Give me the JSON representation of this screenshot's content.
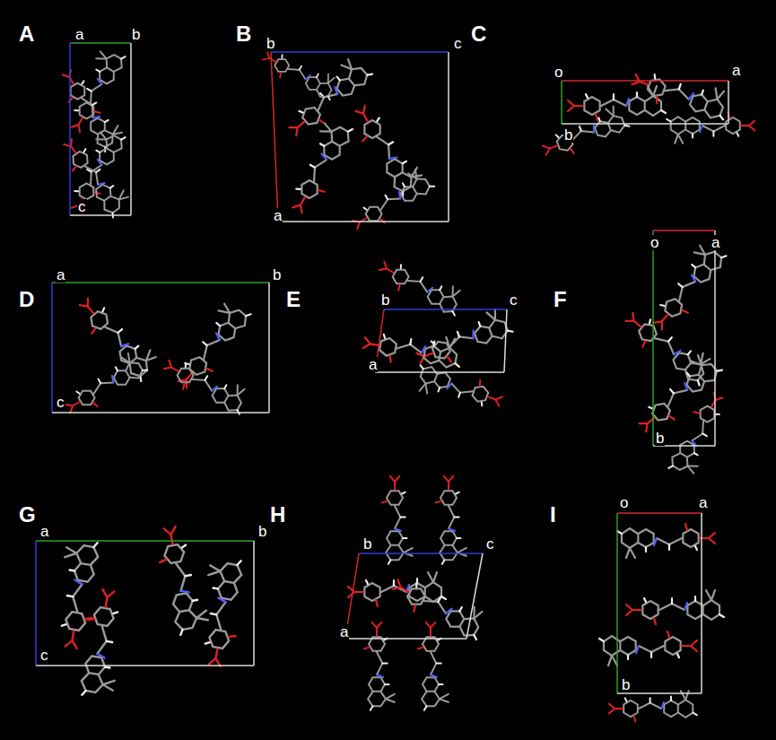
{
  "diagram": {
    "labels": [
      "A",
      "a",
      "b",
      "c",
      "B",
      "b",
      "c",
      "a",
      "C",
      "o",
      "a",
      "b",
      "D",
      "a",
      "b",
      "c",
      "E",
      "b",
      "c",
      "a",
      "F",
      "o",
      "a",
      "b",
      "G",
      "a",
      "b",
      "c",
      "H",
      "b",
      "c",
      "a",
      "I",
      "o",
      "a",
      "b"
    ]
  }
}
